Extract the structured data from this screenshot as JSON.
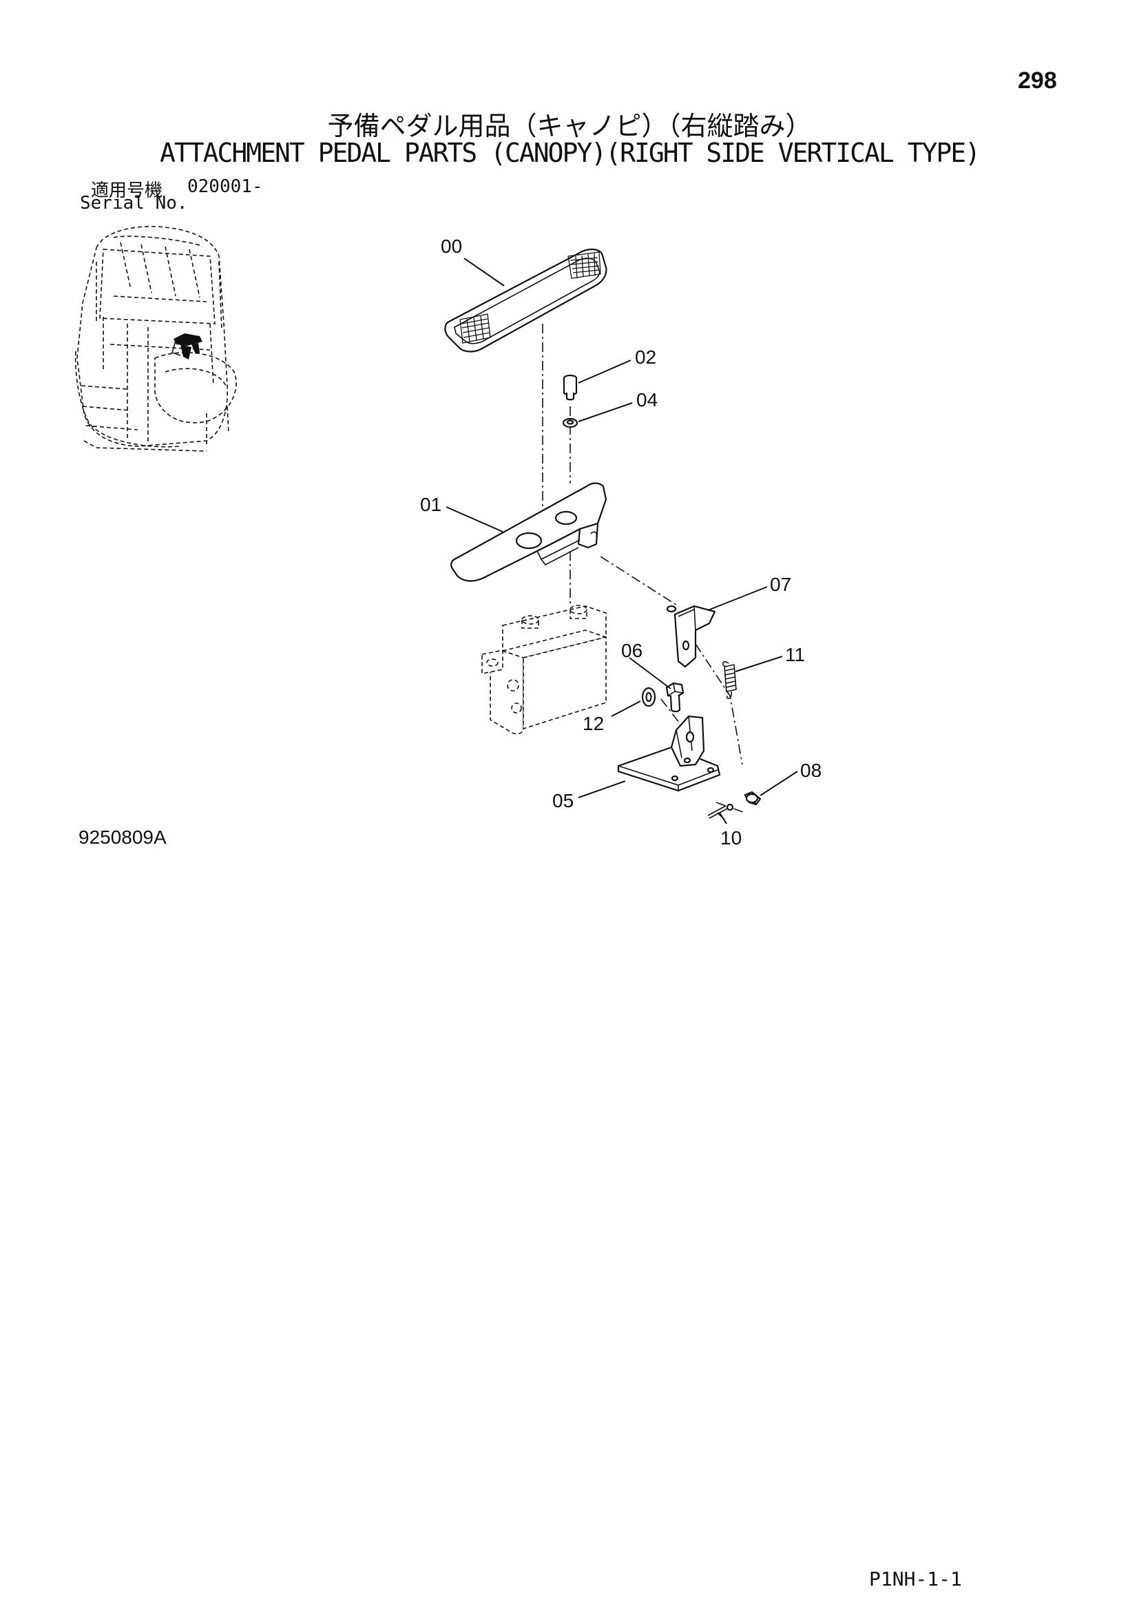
{
  "page_number": "298",
  "title_jp": "予備ペダル用品（キャノピ）（右縦踏み）",
  "title_en": "ATTACHMENT PEDAL PARTS (CANOPY)(RIGHT SIDE VERTICAL TYPE)",
  "serial": {
    "label_jp": "適用号機",
    "value": "020001-",
    "label_en": "Serial No."
  },
  "callouts": [
    "00",
    "02",
    "04",
    "01",
    "07",
    "06",
    "11",
    "12",
    "08",
    "05",
    "10"
  ],
  "drawing_number": "9250809A",
  "page_code": "P1NH-1-1"
}
